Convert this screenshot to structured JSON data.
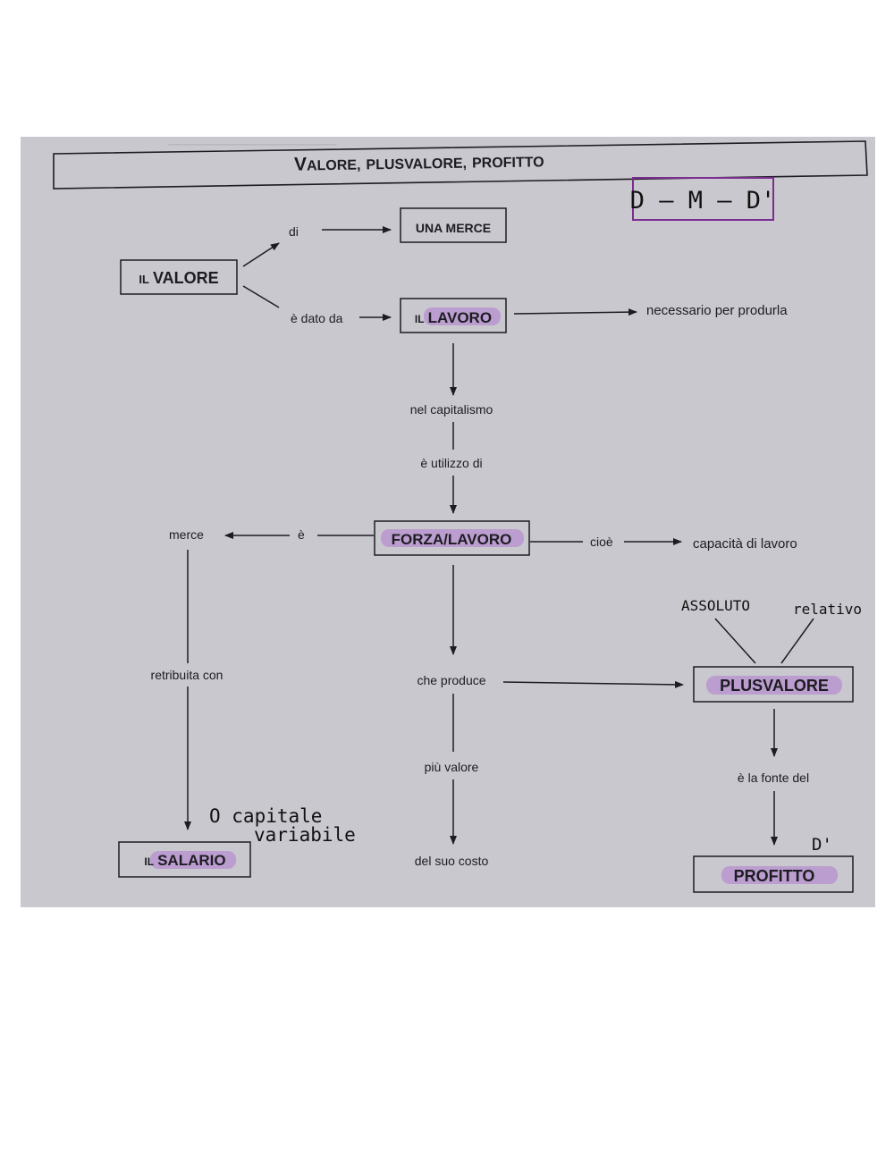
{
  "colors": {
    "paper": "#c9c8ce",
    "ink": "#1d1c22",
    "highlight": "#b690cf",
    "handwriting_box": "#7a2e8f"
  },
  "title": {
    "v": "V",
    "rest1": "ALORE,",
    "word2": "PLUSVALORE,",
    "word3": "PROFITTO"
  },
  "handwriting": {
    "dmd": "D – M – D'",
    "assoluto": "ASSOLUTO",
    "relativo": "relativo",
    "capitale_line1": "O capitale",
    "capitale_line2": "variabile",
    "d_prime": "D'"
  },
  "nodes": {
    "il_valore": {
      "prefix": "IL",
      "word": "VALORE"
    },
    "una_merce": {
      "text": "UNA MERCE"
    },
    "il_lavoro": {
      "prefix": "IL",
      "word": "LAVORO"
    },
    "forza_lavoro": {
      "text": "FORZA/LAVORO"
    },
    "plusvalore": {
      "text": "PLUSVALORE"
    },
    "il_salario": {
      "prefix": "IL",
      "word": "SALARIO"
    },
    "profitto": {
      "text": "PROFITTO"
    }
  },
  "links": {
    "di": "di",
    "e_dato_da": "è dato da",
    "necessario": "necessario per produrla",
    "nel_capitalismo": "nel capitalismo",
    "e_utilizzo_di": "è utilizzo di",
    "merce": "merce",
    "e": "è",
    "cioe": "cioè",
    "capacita": "capacità di lavoro",
    "retribuita_con": "retribuita con",
    "che_produce": "che produce",
    "piu_valore": "più valore",
    "del_suo_costo": "del suo costo",
    "e_la_fonte_del": "è la fonte del"
  }
}
